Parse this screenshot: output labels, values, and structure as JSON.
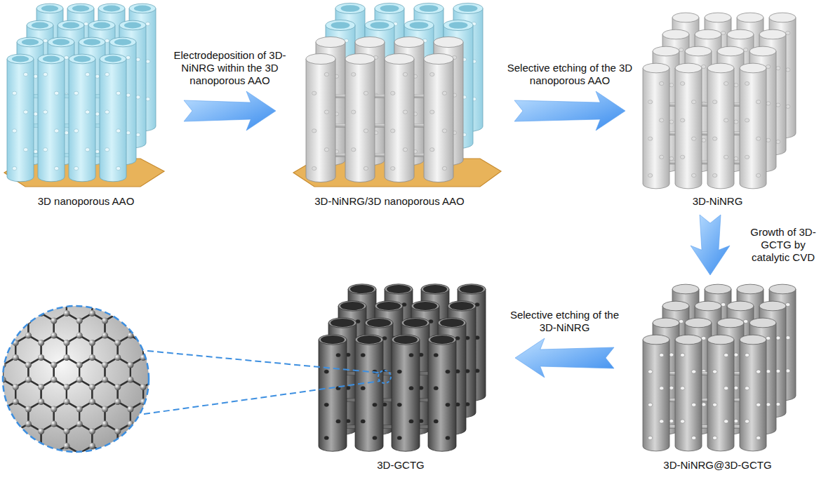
{
  "diagram": {
    "nodes": [
      {
        "text": [
          "3D nanoporous AAO"
        ]
      },
      {
        "text": [
          "3D-NiNRG/3D nanoporous AAO"
        ]
      },
      {
        "text": [
          "3D-NiNRG"
        ]
      },
      {
        "text": [
          "3D-NiNRG@3D-GCTG"
        ]
      },
      {
        "text": [
          "3D-GCTG"
        ]
      }
    ],
    "edges": [
      {
        "from": 0,
        "to": 1,
        "arrow": "to",
        "label": "Electrodeposition of 3D-NiNRG within the 3D nanoporous AAO"
      },
      {
        "from": 1,
        "to": 2,
        "arrow": "to",
        "label": "Selective etching of the 3D nanoporous AAO"
      },
      {
        "from": 2,
        "to": 3,
        "arrow": "to",
        "label": "Growth of 3D-GCTG by catalytic CVD"
      },
      {
        "from": 3,
        "to": 4,
        "arrow": "to",
        "label": "Selective etching of the 3D-NiNRG"
      }
    ]
  }
}
